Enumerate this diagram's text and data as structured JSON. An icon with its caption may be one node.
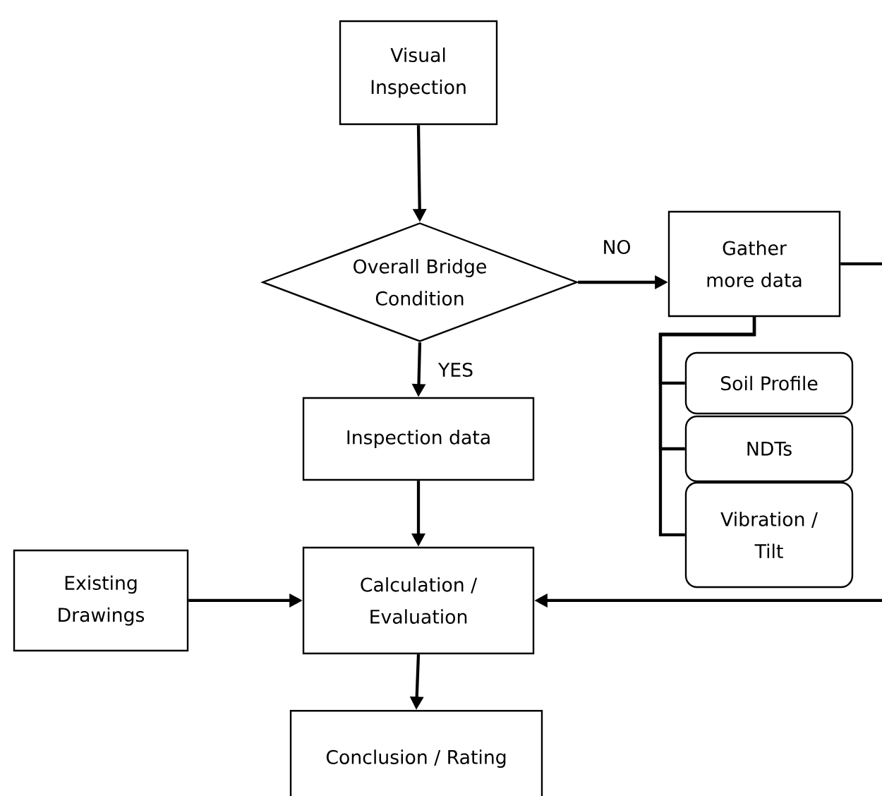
{
  "diagram": {
    "nodes": [
      {
        "text": [
          "Visual Inspection"
        ]
      },
      {
        "text": [
          "Overall Bridge Condition"
        ]
      },
      {
        "text": [
          "Gather more data"
        ]
      },
      {
        "text": [
          "Soil Profile"
        ]
      },
      {
        "text": [
          "NDTs"
        ]
      },
      {
        "text": [
          "Vibration / Tilt"
        ]
      },
      {
        "text": [
          "Inspection data"
        ]
      },
      {
        "text": [
          "Existing Drawings"
        ]
      },
      {
        "text": [
          "Calculation / Evaluation"
        ]
      },
      {
        "text": [
          "Conclusion / Rating"
        ]
      }
    ],
    "edges": [
      {
        "from": 0,
        "to": 1,
        "arrow": "to"
      },
      {
        "from": 1,
        "to": 2,
        "arrow": "to",
        "label": "NO"
      },
      {
        "from": 1,
        "to": 6,
        "arrow": "to",
        "label": "YES"
      },
      {
        "from": 2,
        "to": 3,
        "arrow": "none"
      },
      {
        "from": 2,
        "to": 4,
        "arrow": "none"
      },
      {
        "from": 2,
        "to": 5,
        "arrow": "none"
      },
      {
        "from": 6,
        "to": 8,
        "arrow": "to"
      },
      {
        "from": 7,
        "to": 8,
        "arrow": "to"
      },
      {
        "from": 2,
        "to": 8,
        "arrow": "to"
      },
      {
        "from": 8,
        "to": 9,
        "arrow": "to"
      }
    ]
  }
}
